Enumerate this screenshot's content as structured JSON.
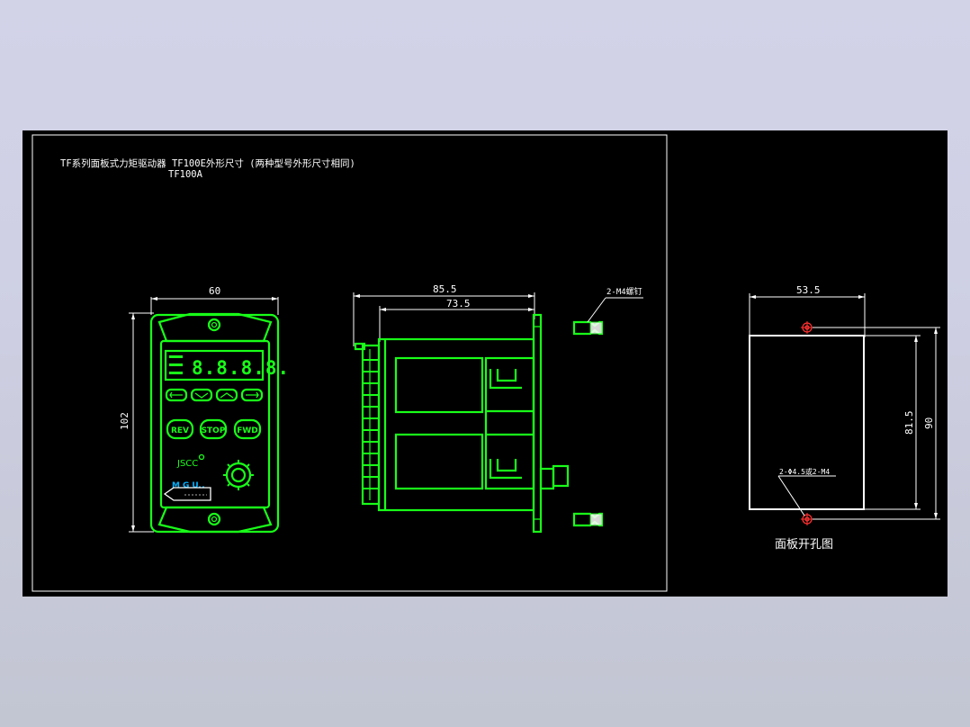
{
  "drawing": {
    "title_line1": "TF系列面板式力矩驱动器 TF100E外形尺寸 (两种型号外形尺寸相同)",
    "title_line2": "TF100A"
  },
  "front_view": {
    "width_dim": "60",
    "height_dim": "102",
    "display_digits": "8.8.8.8.",
    "buttons": [
      "REV",
      "STOP",
      "FWD"
    ],
    "brand": "JSCC",
    "logo": "MGU"
  },
  "side_view": {
    "depth_dim": "85.5",
    "body_dim": "73.5",
    "screw_label": "2-M4螺钉"
  },
  "cutout_view": {
    "width_dim": "53.5",
    "height_inner_dim": "81.5",
    "height_outer_dim": "90",
    "hole_label": "2-Φ4.5或2-M4",
    "caption": "面板开孔图"
  },
  "colors": {
    "background": "#000000",
    "outline": "#19ff19",
    "dimension": "#ffffff",
    "hole": "#ff3030"
  }
}
